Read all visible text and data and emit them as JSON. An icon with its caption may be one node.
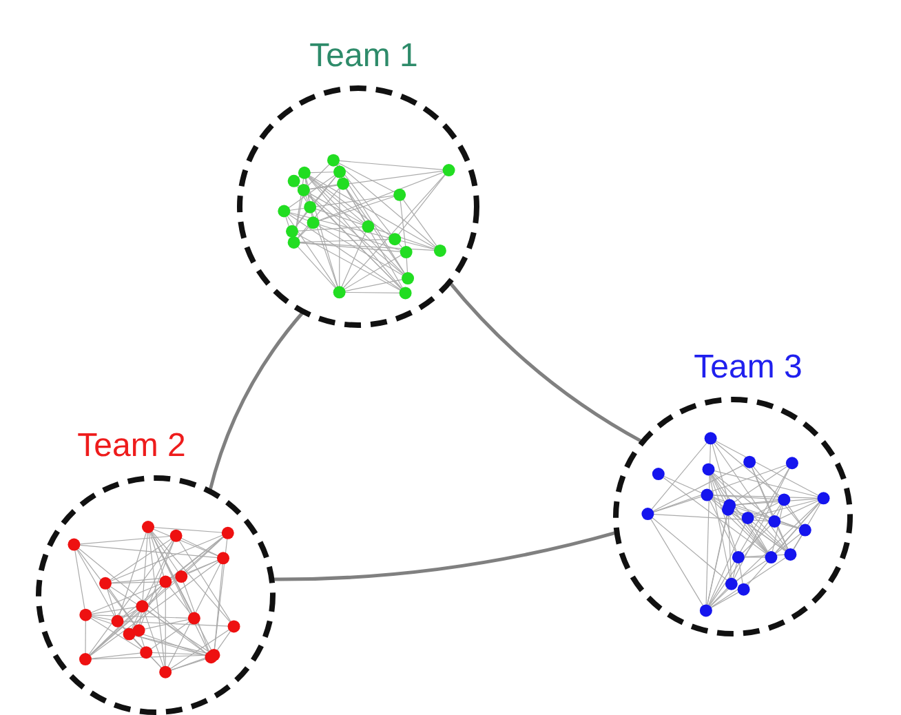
{
  "diagram": {
    "nodes": [
      {
        "text": [
          "Team 1"
        ]
      },
      {
        "text": [
          "Team 2"
        ]
      },
      {
        "text": [
          "Team 3"
        ]
      }
    ],
    "edges": [
      {
        "from": 0,
        "to": 1,
        "arrow": "none"
      },
      {
        "from": 0,
        "to": 2,
        "arrow": "none"
      },
      {
        "from": 1,
        "to": 2,
        "arrow": "none"
      }
    ]
  }
}
